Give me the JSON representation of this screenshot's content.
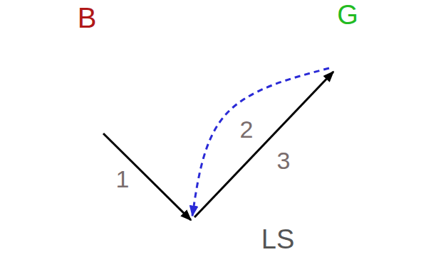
{
  "diagram": {
    "nodes": [
      {
        "text": [
          "B"
        ]
      },
      {
        "text": [
          "G"
        ]
      },
      {
        "text": [
          "LS"
        ]
      }
    ],
    "edges": [
      {
        "from": 0,
        "to": 2,
        "arrow": "to",
        "label": "1"
      },
      {
        "from": 1,
        "to": 2,
        "arrow": "to",
        "label": "2"
      },
      {
        "from": 2,
        "to": 1,
        "arrow": "to",
        "label": "3"
      }
    ]
  }
}
